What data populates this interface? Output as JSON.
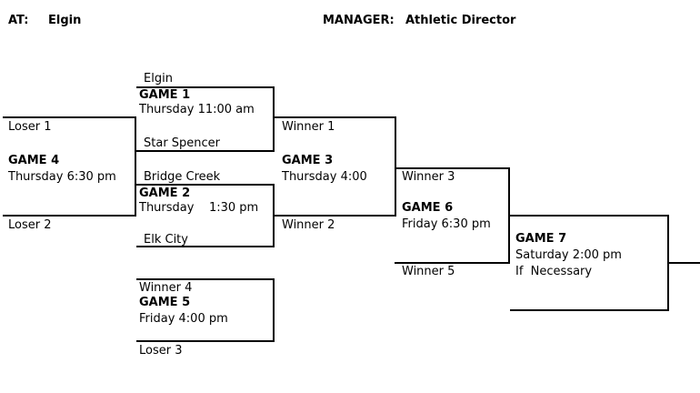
{
  "header": {
    "at_label": "AT:",
    "at_value": "Elgin",
    "manager_label": "MANAGER:",
    "manager_value": "Athletic Director"
  },
  "bracket": {
    "game1": {
      "title": "GAME 1",
      "time": "Thursday 11:00 am",
      "team_top": "Elgin",
      "team_bottom": "Star Spencer"
    },
    "game2": {
      "title": "GAME 2",
      "time": "Thursday    1:30 pm",
      "team_top": "Bridge Creek",
      "team_bottom": "Elk City"
    },
    "game3": {
      "title": "GAME 3",
      "time": "Thursday 4:00",
      "team_top": "Winner 1",
      "team_bottom": "Winner 2"
    },
    "game4": {
      "title": "GAME 4",
      "time": "Thursday 6:30 pm",
      "team_top": "Loser 1",
      "team_bottom": "Loser 2"
    },
    "game5": {
      "title": "GAME 5",
      "time": "Friday 4:00 pm",
      "team_top": "Winner 4",
      "team_bottom": "Loser 3"
    },
    "game6": {
      "title": "GAME 6",
      "time": "Friday 6:30 pm",
      "team_top": "Winner 3",
      "team_bottom": "Winner 5"
    },
    "game7": {
      "title": "GAME 7",
      "time": "Saturday 2:00 pm",
      "note": "If  Necessary"
    }
  }
}
